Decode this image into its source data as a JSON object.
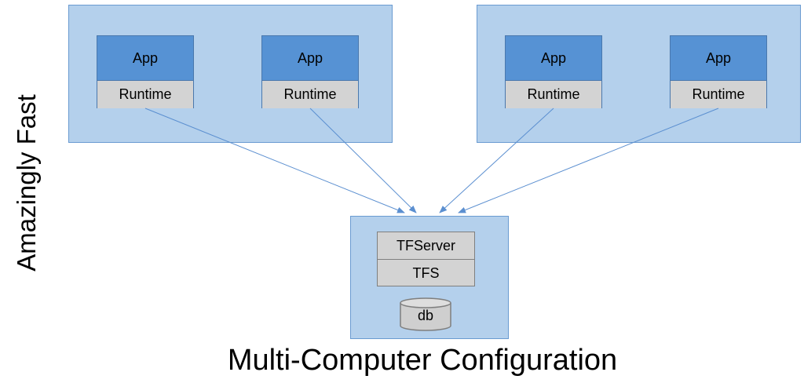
{
  "diagram": {
    "side_label": "Amazingly Fast",
    "footer_title": "Multi-Computer Configuration",
    "machines": [
      {
        "apps": [
          {
            "app": "App",
            "runtime": "Runtime"
          },
          {
            "app": "App",
            "runtime": "Runtime"
          }
        ]
      },
      {
        "apps": [
          {
            "app": "App",
            "runtime": "Runtime"
          },
          {
            "app": "App",
            "runtime": "Runtime"
          }
        ]
      }
    ],
    "server": {
      "top_label": "TFServer",
      "bottom_label": "TFS",
      "db_label": "db"
    },
    "colors": {
      "machine_fill": "#b4d0ec",
      "app_fill": "#5692d4",
      "runtime_fill": "#d3d3d3",
      "arrow": "#5b8fd0"
    }
  }
}
